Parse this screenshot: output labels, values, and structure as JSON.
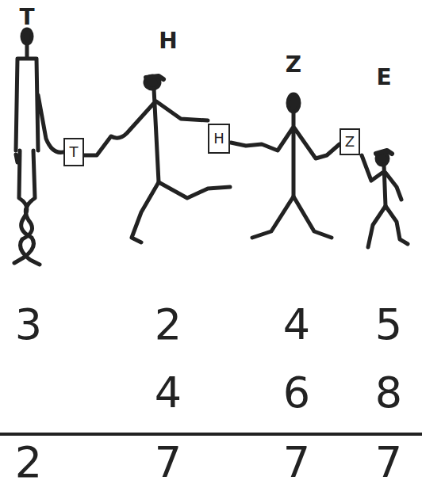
{
  "diagram": {
    "nodes": [
      {
        "text": [
          "T"
        ]
      },
      {
        "text": [
          "H"
        ]
      },
      {
        "text": [
          "Z"
        ]
      }
    ],
    "labels": [
      "T",
      "H",
      "Z",
      "E",
      "3",
      "2",
      "4",
      "5",
      "4",
      "6",
      "8",
      "2",
      "7",
      "7",
      "7"
    ]
  }
}
